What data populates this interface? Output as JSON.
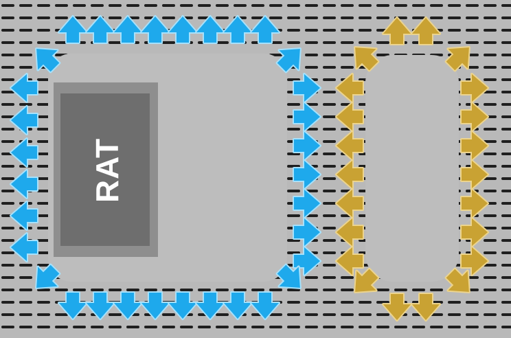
{
  "labels": {
    "rat": "RAT"
  },
  "colors": {
    "background": "#b9b9b9",
    "slot": "#1f1f1f",
    "pad": "#bdbdbd",
    "rat_outer": "#8e8e8e",
    "rat_inner": "#6e6e6e",
    "rat_text": "#ffffff",
    "arrow_blue_fill": "#1ea9ec",
    "arrow_blue_glow": "#a7e1fb",
    "arrow_gold_fill": "#c9a233",
    "arrow_gold_glow": "#ecd48e"
  },
  "icons": {
    "arrow": "arrow-icon",
    "slot": "ventilation-slot"
  },
  "arrow_groups": [
    {
      "group": "large-pad",
      "color": "blue",
      "directions": [
        "up",
        "down",
        "left",
        "right",
        "diagonal-up-left",
        "diagonal-up-right",
        "diagonal-down-left",
        "diagonal-down-right"
      ]
    },
    {
      "group": "small-pad",
      "color": "gold",
      "directions": [
        "up",
        "down",
        "left",
        "right",
        "diagonal-up-left",
        "diagonal-up-right",
        "diagonal-down-left",
        "diagonal-down-right"
      ]
    }
  ]
}
